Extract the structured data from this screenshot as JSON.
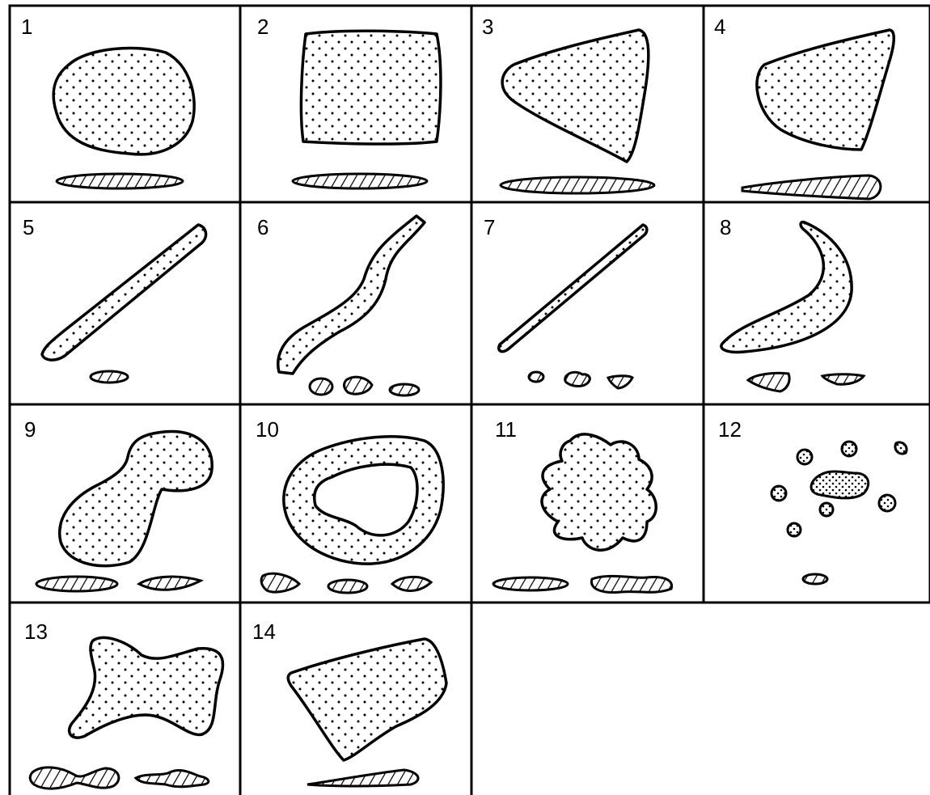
{
  "figure": {
    "cells": [
      {
        "number": "1",
        "shape": "round"
      },
      {
        "number": "2",
        "shape": "square"
      },
      {
        "number": "3",
        "shape": "triangle"
      },
      {
        "number": "4",
        "shape": "triangle-rounded"
      },
      {
        "number": "5",
        "shape": "straight-strip"
      },
      {
        "number": "6",
        "shape": "bent-strip"
      },
      {
        "number": "7",
        "shape": "thin-strip"
      },
      {
        "number": "8",
        "shape": "crescent"
      },
      {
        "number": "9",
        "shape": "dumbbell"
      },
      {
        "number": "10",
        "shape": "ring"
      },
      {
        "number": "11",
        "shape": "lobed"
      },
      {
        "number": "12",
        "shape": "scattered-fragments"
      },
      {
        "number": "13",
        "shape": "x-shaped"
      },
      {
        "number": "14",
        "shape": "trapezoid"
      }
    ],
    "colors": {
      "ink": "#000000",
      "paper": "#ffffff"
    }
  }
}
